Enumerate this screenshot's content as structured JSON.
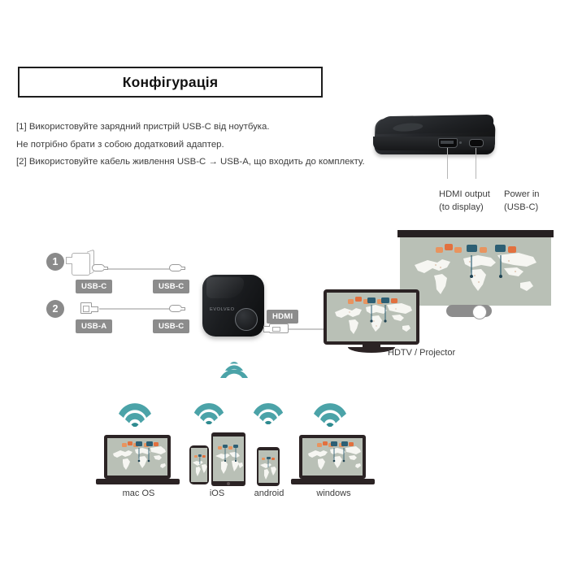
{
  "page": {
    "title": "Конфігурація"
  },
  "instructions": [
    "[1] Використовуйте зарядний пристрій USB-C від ноутбука.",
    "Не потрібно брати з собою додатковий адаптер.",
    "[2] Використовуйте кабель живлення USB-C → USB-A, що входить до комплекту."
  ],
  "top_device": {
    "port_labels": [
      {
        "line1": "HDMI output",
        "line2": "(to display)"
      },
      {
        "line1": "Power in",
        "line2": "(USB-C)"
      }
    ]
  },
  "steps": [
    {
      "number": "1",
      "source_label": "USB-C",
      "target_label": "USB-C"
    },
    {
      "number": "2",
      "source_label": "USB-A",
      "target_label": "USB-C"
    }
  ],
  "connections": {
    "hdmi_badge": "HDMI",
    "display_label": "HDTV / Projector"
  },
  "receiver": {
    "brand": "EVOLVEO"
  },
  "clients": [
    {
      "label": "mac OS",
      "icon": "wifi-icon"
    },
    {
      "label": "iOS",
      "icon": "wifi-icon"
    },
    {
      "label": "android",
      "icon": "wifi-icon"
    },
    {
      "label": "windows",
      "icon": "wifi-icon"
    }
  ],
  "colors": {
    "wifi_teal": "#4ba3a8",
    "screen_sage": "#b9c0b6",
    "badge_gray": "#8c8c8c",
    "device_dark": "#2b2324",
    "marker_orange": "#e8945f",
    "marker_navy": "#2d5f74"
  }
}
